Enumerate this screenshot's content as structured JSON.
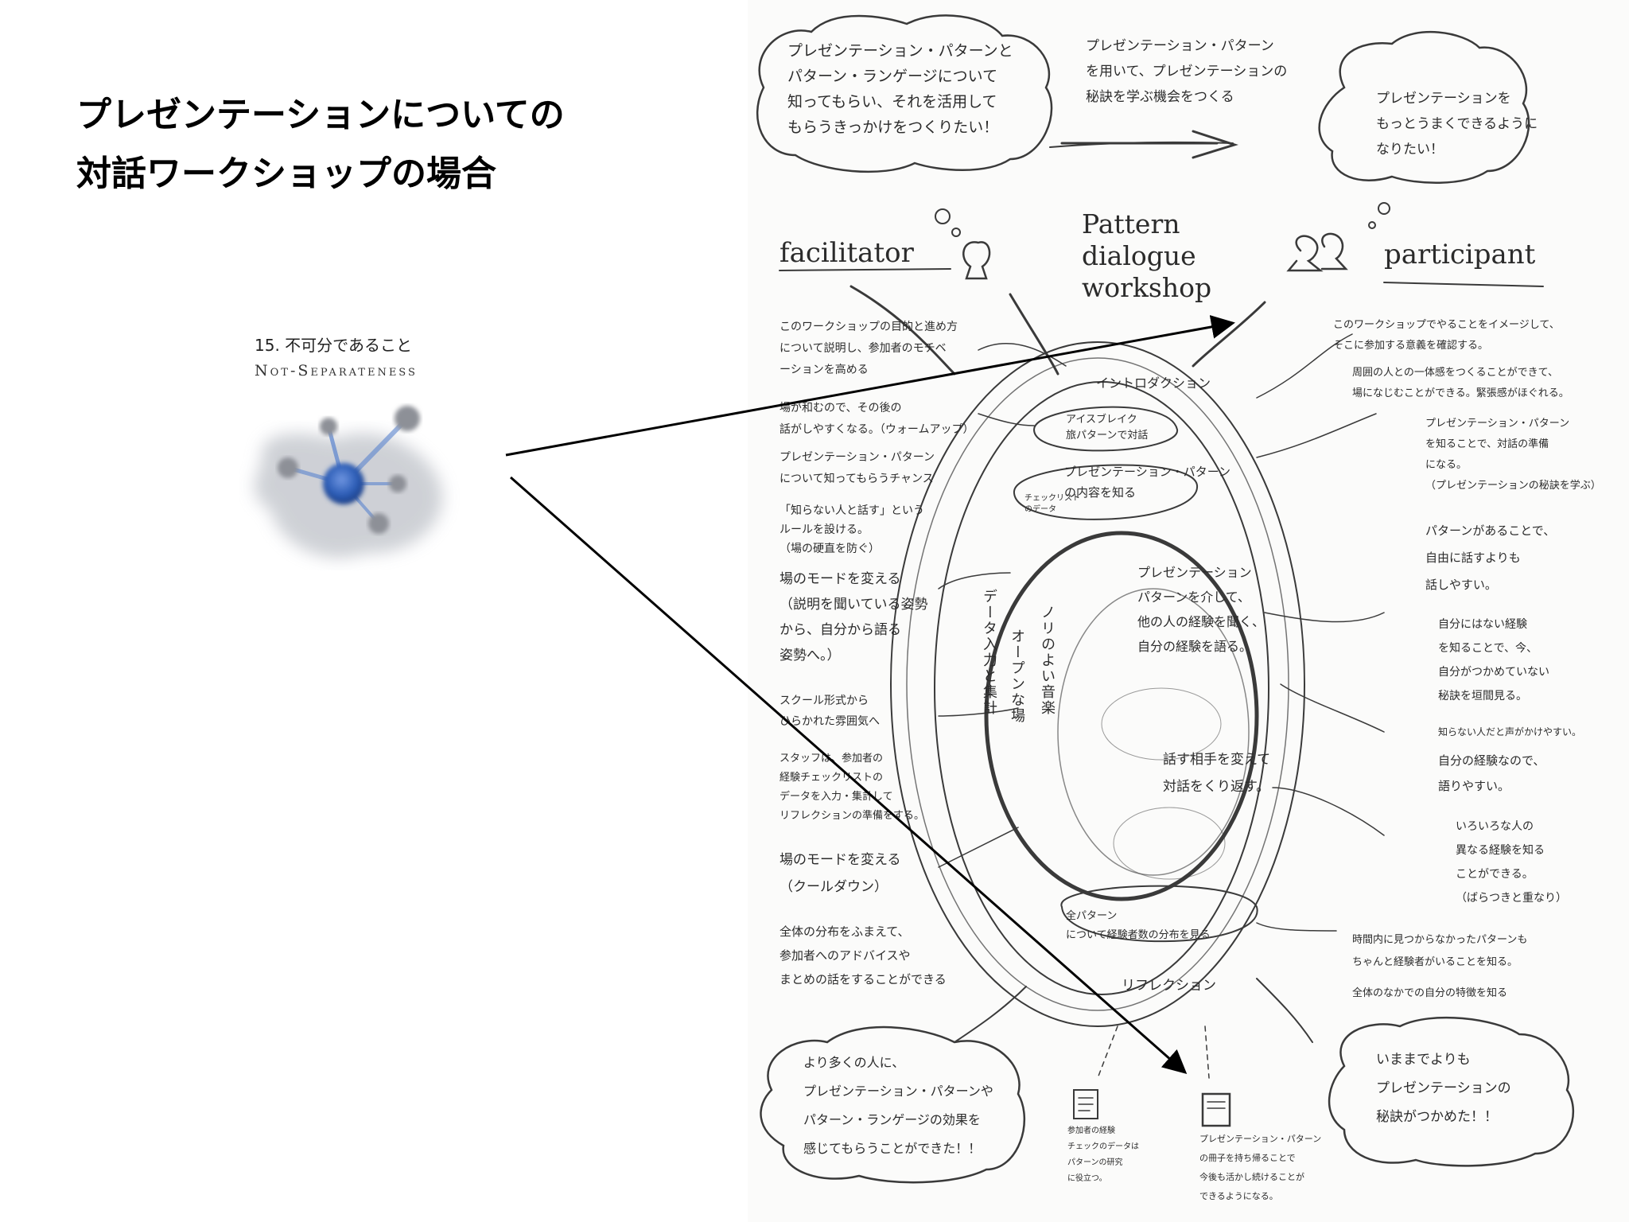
{
  "slide": {
    "title_lines": [
      "プレゼンテーションについての",
      "対話ワークショップの場合"
    ]
  },
  "pattern": {
    "number_title": "15. 不可分であること",
    "english_title": "Not-Separateness",
    "accent_color": "#2e5fb8"
  },
  "sketch": {
    "cloud_top_left": [
      "プレゼンテーション・パターンと",
      "パターン・ランゲージについて",
      "知ってもらい、それを活用して",
      "もらうきっかけをつくりたい！"
    ],
    "arrow_text": [
      "プレゼンテーション・パターン",
      "を用いて、プレゼンテーションの",
      "秘訣を学ぶ機会をつくる"
    ],
    "cloud_top_right": [
      "プレゼンテーションを",
      "もっとうまくできるように",
      "なりたい！"
    ],
    "facilitator_label": "facilitator",
    "participant_label": "participant",
    "center_title": [
      "Pattern",
      "dialogue",
      "workshop"
    ],
    "left_notes": [
      [
        "このワークショップの目的と進め方",
        "について説明し、参加者のモチベ",
        "ーションを高める"
      ],
      [
        "場が和むので、その後の",
        "話がしやすくなる。（ウォームアップ）"
      ],
      [
        "プレゼンテーション・パターン",
        "について知ってもらうチャンス"
      ],
      [
        "「知らない人と話す」という",
        "ルールを設ける。",
        "（場の硬直を防ぐ）"
      ],
      [
        "場のモードを変える",
        "（説明を聞いている姿勢",
        "から、自分から語る",
        "姿勢へ。）"
      ],
      [
        "スクール形式から",
        "ひらかれた雰囲気へ"
      ],
      [
        "スタッフは、参加者の",
        "経験チェックリストの",
        "データを入力・集計して",
        "リフレクションの準備をする。"
      ],
      [
        "場のモードを変える",
        "（クールダウン）"
      ],
      [
        "全体の分布をふまえて、",
        "参加者へのアドバイスや",
        "まとめの話をすることができる"
      ]
    ],
    "right_notes": [
      [
        "このワークショップでやることをイメージして、",
        "そこに参加する意義を確認する。"
      ],
      [
        "周囲の人との一体感をつくることができて、",
        "場になじむことができる。緊張感がほぐれる。"
      ],
      [
        "プレゼンテーション・パターン",
        "を知ることで、対話の準備",
        "になる。",
        "（プレゼンテーションの秘訣を学ぶ）"
      ],
      [
        "パターンがあることで、",
        "自由に話すよりも",
        "話しやすい。"
      ],
      [
        "自分にはない経験",
        "を知ることで、今、",
        "自分がつかめていない",
        "秘訣を垣間見る。"
      ],
      [
        "知らない人だと声がかけやすい。"
      ],
      [
        "自分の経験なので、",
        "語りやすい。"
      ],
      [
        "いろいろな人の",
        "異なる経験を知る",
        "ことができる。",
        "（ばらつきと重なり）"
      ],
      [
        "時間内に見つからなかったパターンも",
        "ちゃんと経験者がいることを知る。"
      ],
      [
        "全体のなかでの自分の特徴を知る"
      ]
    ],
    "stages": {
      "intro": "イントロダクション",
      "icebreak": [
        "アイスブレイク",
        "旅パターンで対話"
      ],
      "learn": [
        "プレゼンテーション・パターン",
        "の内容を知る"
      ],
      "checklist": [
        "チェックリスト",
        "のデータ"
      ],
      "dialogue": [
        "プレゼンテーション",
        "パターンを介して、",
        "他の人の経験を聞く、",
        "自分の経験を語る。"
      ],
      "repeat": [
        "話す相手を変えて",
        "対話をくり返す。"
      ],
      "distribution": [
        "全パターン",
        "について経験者数の分布を見る"
      ],
      "reflection": "リフレクション",
      "vertical_data": "データ入力と集計",
      "vertical_open": "オープンな場",
      "vertical_music": "ノリのよい音楽"
    },
    "cloud_bottom_left": [
      "より多くの人に、",
      "プレゼンテーション・パターンや",
      "パターン・ランゲージの効果を",
      "感じてもらうことができた！！"
    ],
    "cloud_bottom_right": [
      "いままでよりも",
      "プレゼンテーションの",
      "秘訣がつかめた！！"
    ],
    "doc_left_caption": [
      "参加者の経験",
      "チェックのデータは",
      "パターンの研究",
      "に役立つ。"
    ],
    "doc_right_caption": [
      "プレゼンテーション・パターン",
      "の冊子を持ち帰ることで",
      "今後も活かし続けることが",
      "できるようになる。"
    ]
  }
}
